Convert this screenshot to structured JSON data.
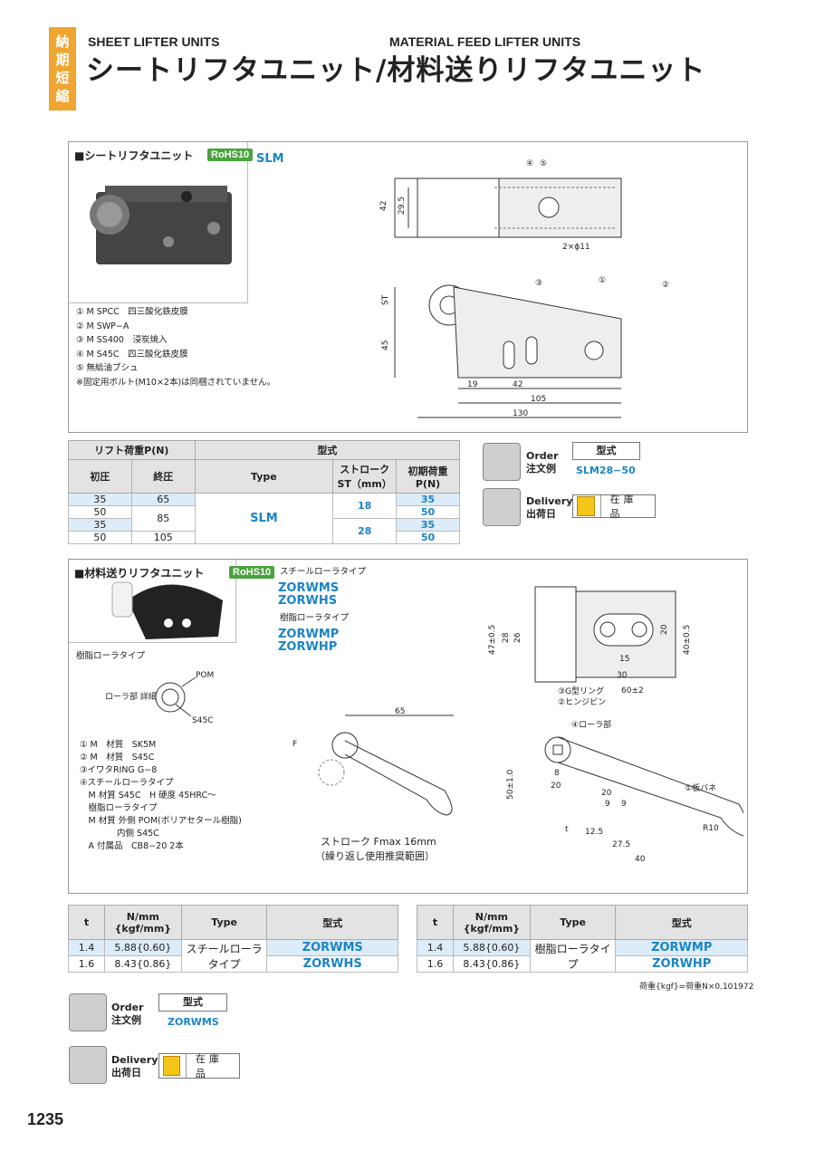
{
  "header": {
    "side_tab": [
      "納",
      "期",
      "短",
      "縮"
    ],
    "title_en_left": "SHEET LIFTER UNITS",
    "title_en_right": "MATERIAL FEED LIFTER UNITS",
    "title_jp": "シートリフタユニット/材料送りリフタユニット"
  },
  "slm": {
    "section_title": "■シートリフタユニット",
    "rohs": "RoHS10",
    "code": "SLM",
    "materials": [
      "① M SPCC　四三酸化鉄皮膜",
      "② M SWP−A",
      "③ M SS400　浸炭焼入",
      "④ M S45C　四三酸化鉄皮膜",
      "⑤ 無給油ブシュ",
      "※固定用ボルト(M10×2本)は同梱されていません。"
    ],
    "dims": {
      "d42": "42",
      "d29_5": "29.5",
      "dST": "ST",
      "d45": "45",
      "d19": "19",
      "d42b": "42",
      "d105": "105",
      "d130": "130",
      "hole": "2×ϕ11",
      "c1": "①",
      "c2": "②",
      "c3": "③",
      "c4": "④",
      "c5": "⑤"
    },
    "table": {
      "h_lift": "リフト荷重P(N)",
      "h_kata": "型式",
      "h_first": "初圧",
      "h_final": "終圧",
      "h_type": "Type",
      "h_stroke": "ストローク ST（mm）",
      "h_init": "初期荷重 P(N)",
      "rows": [
        {
          "first": "35",
          "final": "65",
          "init": "35"
        },
        {
          "first": "50",
          "final": "85",
          "init": "50"
        },
        {
          "first": "35",
          "final": "",
          "init": "35"
        },
        {
          "first": "50",
          "final": "105",
          "init": "50"
        }
      ],
      "type": "SLM",
      "stroke_18": "18",
      "stroke_28": "28"
    },
    "order": {
      "order_en": "Order",
      "order_jp": "注文例",
      "kata_label": "型式",
      "example": "SLM28−50",
      "delivery_en": "Delivery",
      "delivery_jp": "出荷日",
      "stock": "在庫品"
    }
  },
  "zor": {
    "section_title": "■材料送りリフタユニット",
    "rohs": "RoHS10",
    "steel_label": "スチールローラタイプ",
    "steel_codes": [
      "ZORWMS",
      "ZORWHS"
    ],
    "resin_label": "樹脂ローラタイプ",
    "resin_codes": [
      "ZORWMP",
      "ZORWHP"
    ],
    "photo_caption": "樹脂ローラタイプ",
    "roller_detail": "ローラ部 詳細",
    "pom": "POM",
    "s45c": "S45C",
    "materials": [
      "① M　材質　SK5M",
      "② M　材質　S45C",
      "③イワタRING G−8",
      "④スチールローラタイプ",
      "　M 材質 S45C　H 硬度 45HRC〜",
      "　樹脂ローラタイプ",
      "　M 材質 外側 POM(ポリアセタール樹脂)",
      "　　　　 内側 S45C",
      "　A 付属品　CB8−20 2本"
    ],
    "stroke_note": "ストローク Fmax 16mm",
    "stroke_note2": "（繰り返し使用推奨範囲）",
    "dims": {
      "d65": "65",
      "dF": "F",
      "d47": "47±0.5",
      "d28": "28",
      "d26": "26",
      "d20": "20",
      "d40": "40±0.5",
      "d15": "15",
      "d30": "30",
      "d60": "60±2",
      "g_ring": "③G型リング",
      "hinge": "②ヒンジピン",
      "roller": "④ローラ部",
      "spring": "①板バネ",
      "d50": "50±1.0",
      "d8": "8",
      "d20b": "20",
      "d20c": "20",
      "d9a": "9",
      "d9b": "9",
      "dt": "t",
      "d12_5": "12.5",
      "d27_5": "27.5",
      "d40b": "40",
      "dR10": "R10"
    },
    "table_left": {
      "h_t": "t",
      "h_n": "N/mm {kgf/mm}",
      "h_type": "Type",
      "h_kata": "型式",
      "rows": [
        {
          "t": "1.4",
          "n": "5.88{0.60}",
          "kata": "ZORWMS"
        },
        {
          "t": "1.6",
          "n": "8.43{0.86}",
          "kata": "ZORWHS"
        }
      ],
      "type": "スチールローラタイプ"
    },
    "table_right": {
      "h_t": "t",
      "h_n": "N/mm {kgf/mm}",
      "h_type": "Type",
      "h_kata": "型式",
      "rows": [
        {
          "t": "1.4",
          "n": "5.88{0.60}",
          "kata": "ZORWMP"
        },
        {
          "t": "1.6",
          "n": "8.43{0.86}",
          "kata": "ZORWHP"
        }
      ],
      "type": "樹脂ローラタイプ"
    },
    "load_note": "荷重{kgf}=荷重N×0.101972",
    "order": {
      "order_en": "Order",
      "order_jp": "注文例",
      "kata_label": "型式",
      "example": "ZORWMS",
      "delivery_en": "Delivery",
      "delivery_jp": "出荷日",
      "stock": "在庫品"
    }
  },
  "page_number": "1235"
}
